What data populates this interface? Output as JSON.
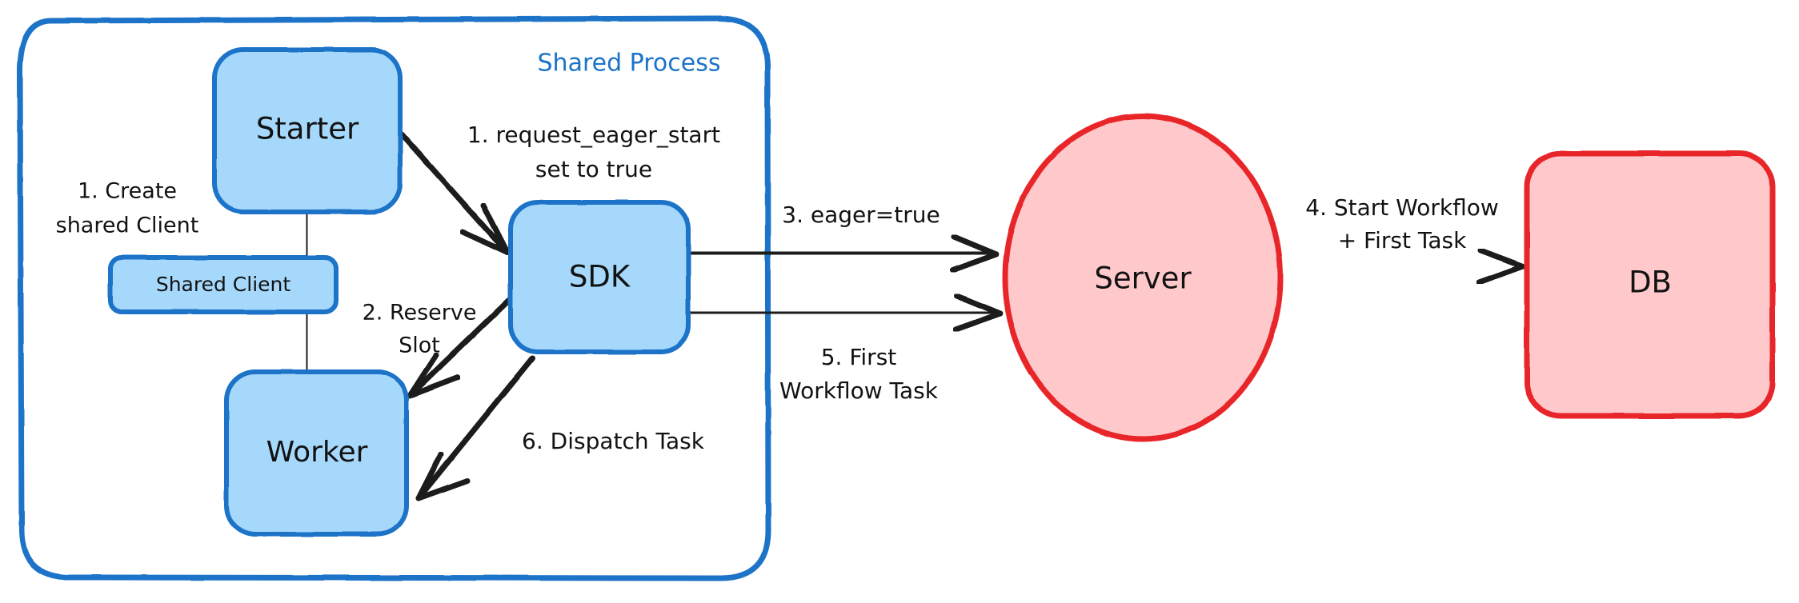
{
  "diagram": {
    "title": "Eager Workflow Start sequence diagram",
    "colors": {
      "blue_fill": "#a5d8fb",
      "blue_stroke": "#1a73c8",
      "pink_fill": "#ffc9cb",
      "pink_stroke": "#e8282b",
      "edge_stroke": "#1c1c1c",
      "text": "#121212",
      "background": "#ffffff"
    },
    "groups": [
      {
        "id": "shared-process",
        "label": "Shared Process"
      }
    ],
    "nodes": [
      {
        "id": "starter",
        "label": "Starter",
        "shape": "rounded-rect",
        "style": "blue"
      },
      {
        "id": "shared-client",
        "label": "Shared Client",
        "shape": "rounded-rect",
        "style": "blue"
      },
      {
        "id": "worker",
        "label": "Worker",
        "shape": "rounded-rect",
        "style": "blue"
      },
      {
        "id": "sdk",
        "label": "SDK",
        "shape": "rounded-rect",
        "style": "blue"
      },
      {
        "id": "server",
        "label": "Server",
        "shape": "ellipse",
        "style": "pink"
      },
      {
        "id": "db",
        "label": "DB",
        "shape": "rounded-rect",
        "style": "pink"
      }
    ],
    "edges": [
      {
        "id": "e1",
        "from": "starter",
        "to": "shared-client",
        "label_lines": [
          "1. Create",
          "shared Client"
        ],
        "arrow": false
      },
      {
        "id": "e2",
        "from": "shared-client",
        "to": "worker",
        "label_lines": [],
        "arrow": false
      },
      {
        "id": "e3",
        "from": "starter",
        "to": "sdk",
        "label_lines": [
          "1. request_eager_start",
          "set to true"
        ],
        "arrow": true
      },
      {
        "id": "e4",
        "from": "sdk",
        "to": "worker",
        "label_lines": [
          "2. Reserve",
          "Slot"
        ],
        "arrow": true
      },
      {
        "id": "e5",
        "from": "sdk",
        "to": "server",
        "label_lines": [
          "3. eager=true"
        ],
        "arrow": true
      },
      {
        "id": "e6",
        "from": "server",
        "to": "db",
        "label_lines": [
          "4. Start Workflow",
          "+ First Task"
        ],
        "arrow": true
      },
      {
        "id": "e7",
        "from": "sdk",
        "to": "server",
        "label_lines": [
          "5. First",
          "Workflow Task"
        ],
        "arrow": true
      },
      {
        "id": "e8",
        "from": "sdk",
        "to": "worker",
        "label_lines": [
          "6. Dispatch Task"
        ],
        "arrow": true
      }
    ],
    "labels": {
      "shared_process": "Shared Process",
      "starter": "Starter",
      "shared_client": "Shared Client",
      "worker": "Worker",
      "sdk": "SDK",
      "server": "Server",
      "db": "DB",
      "e1_l1": "1. Create",
      "e1_l2": "shared Client",
      "e3_l1": "1. request_eager_start",
      "e3_l2": "set to true",
      "e4_l1": "2. Reserve",
      "e4_l2": "Slot",
      "e5_l1": "3. eager=true",
      "e6_l1": "4. Start Workflow",
      "e6_l2": "+ First Task",
      "e7_l1": "5. First",
      "e7_l2": "Workflow Task",
      "e8_l1": "6. Dispatch Task"
    }
  }
}
